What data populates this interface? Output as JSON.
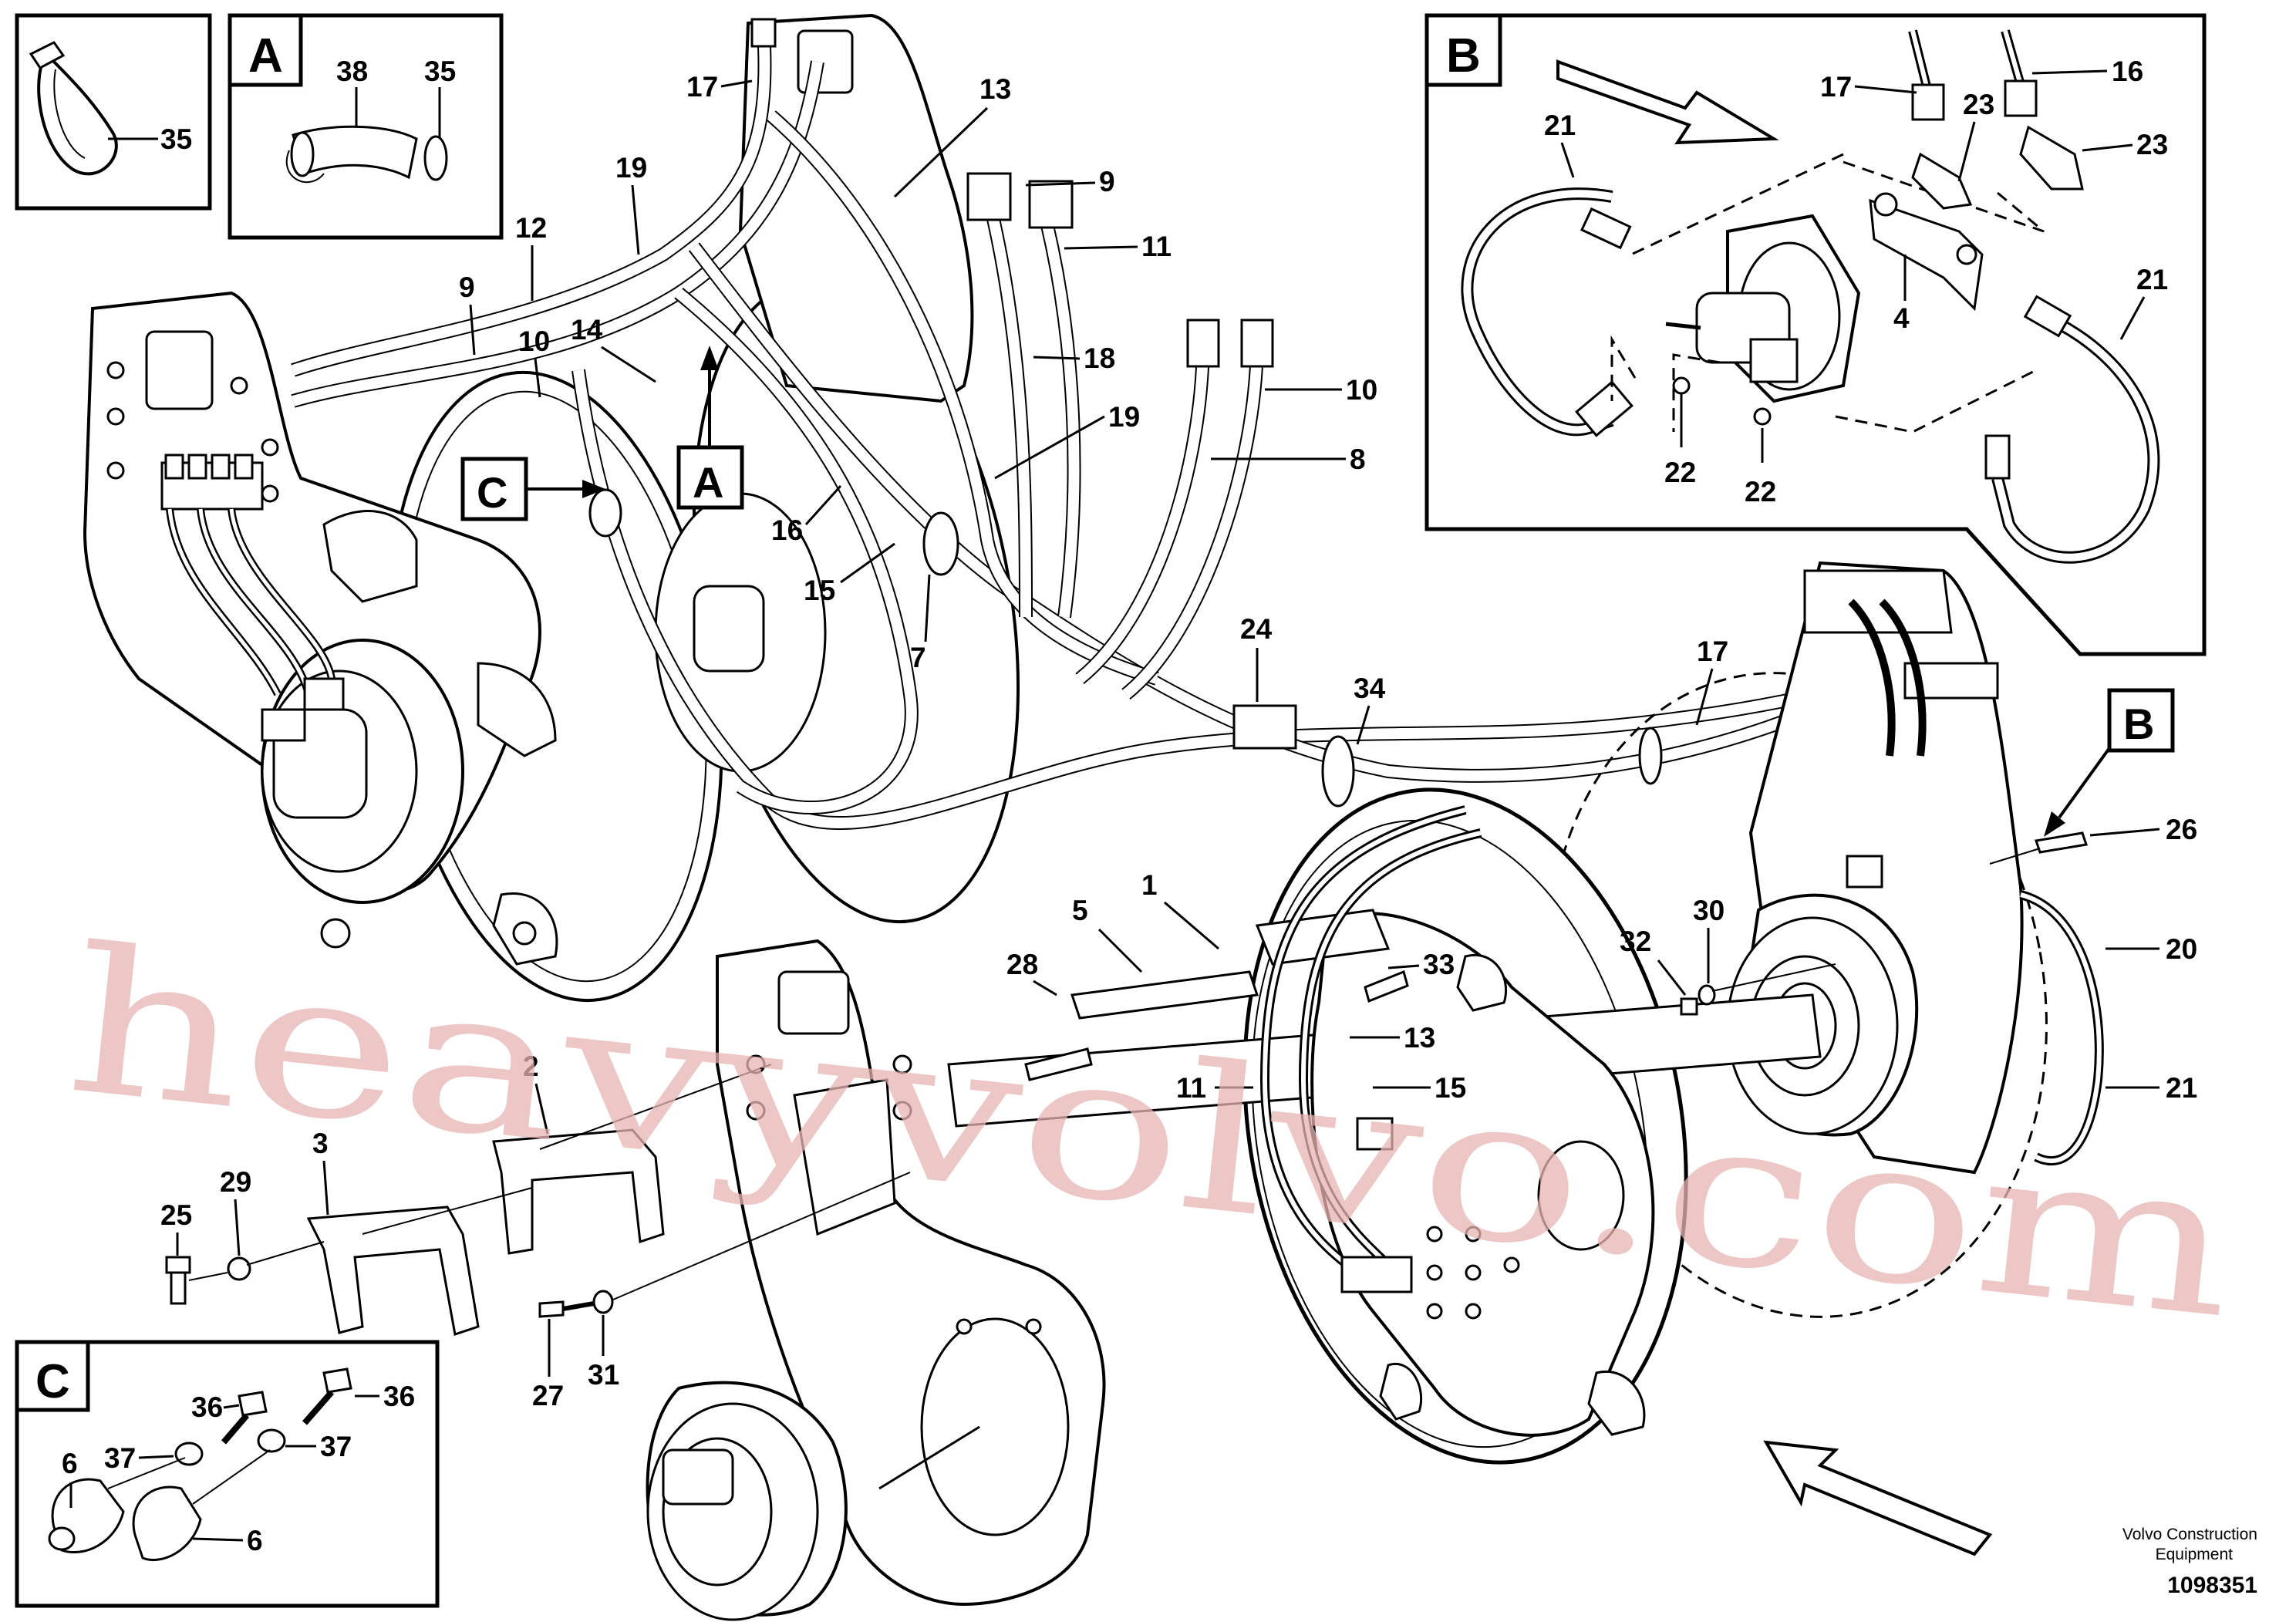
{
  "diagram": {
    "detail_boxes": {
      "clamp_box": {
        "label": "35"
      },
      "A": {
        "letter": "A",
        "labels": [
          "38",
          "35"
        ]
      },
      "B": {
        "letter": "B",
        "labels": [
          "17",
          "16",
          "21",
          "23",
          "23",
          "21",
          "4",
          "22",
          "22"
        ]
      },
      "C": {
        "letter": "C",
        "labels": [
          "36",
          "36",
          "6",
          "37",
          "37",
          "6"
        ]
      }
    },
    "callouts": {
      "A": "A",
      "B": "B",
      "C": "C"
    },
    "part_labels": {
      "p17_top": "17",
      "p13_top": "13",
      "p19": "19",
      "p12": "12",
      "p9_left": "9",
      "p10_left": "10",
      "p14": "14",
      "p9_right": "9",
      "p11_top": "11",
      "p18": "18",
      "p10_right": "10",
      "p19_mid": "19",
      "p8": "8",
      "p16": "16",
      "p15": "15",
      "p7": "7",
      "p24": "24",
      "p34": "34",
      "p17_mid": "17",
      "p26": "26",
      "p20": "20",
      "p21": "21",
      "p1": "1",
      "p5": "5",
      "p28": "28",
      "p33": "33",
      "p13_low": "13",
      "p11_low": "11",
      "p15_low": "15",
      "p32": "32",
      "p30": "30",
      "p2": "2",
      "p3": "3",
      "p25": "25",
      "p29": "29",
      "p27": "27",
      "p31": "31"
    },
    "watermark": "heavyvolvo.com",
    "footer": {
      "company_line1": "Volvo Construction",
      "company_line2": "Equipment",
      "drawing_number": "1098351"
    }
  }
}
